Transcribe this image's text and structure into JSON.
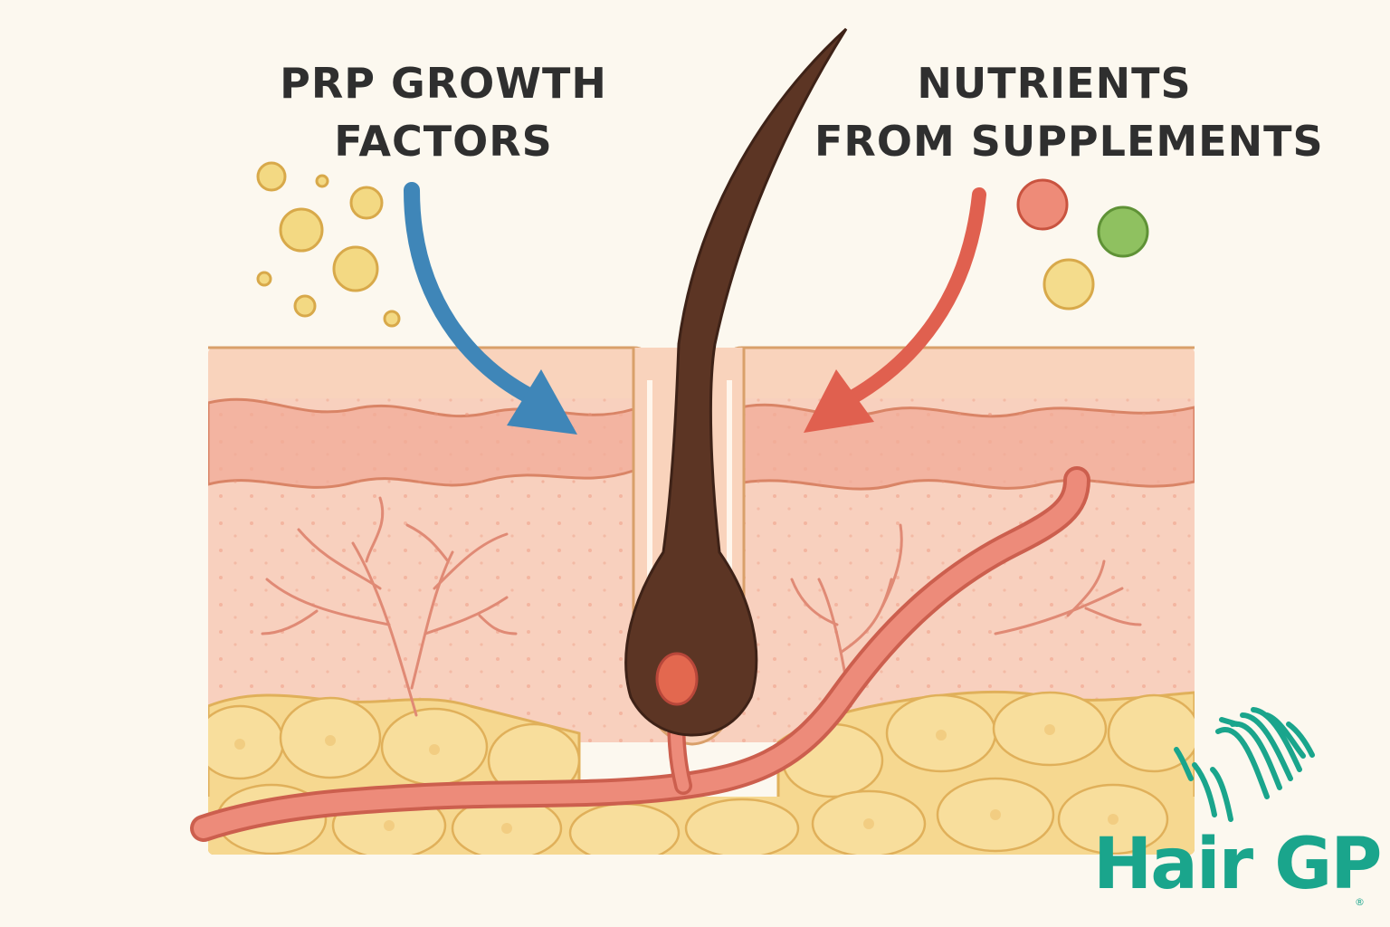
{
  "labels": {
    "left_line1": "PRP GROWTH",
    "left_line2": "FACTORS",
    "right_line1": "NUTRIENTS",
    "right_line2": "FROM SUPPLEMENTS"
  },
  "brand": {
    "name": "Hair GP",
    "reg_mark": "®"
  },
  "colors": {
    "background": "#fcf8ef",
    "skin_surface": "#f9d3bc",
    "epidermis": "#f4b9a3",
    "dermis": "#f8d0be",
    "fat_cells": "#f6d890",
    "hair": "#5c3524",
    "blood_vessel": "#e3786a",
    "prp_arrow": "#3f86b8",
    "nutrient_arrow": "#e0604f",
    "prp_particles": "#f3d983",
    "nutrient_red": "#ee8b78",
    "nutrient_green": "#8fc160",
    "nutrient_yellow": "#f4dc8c",
    "brand": "#1aa58c"
  }
}
